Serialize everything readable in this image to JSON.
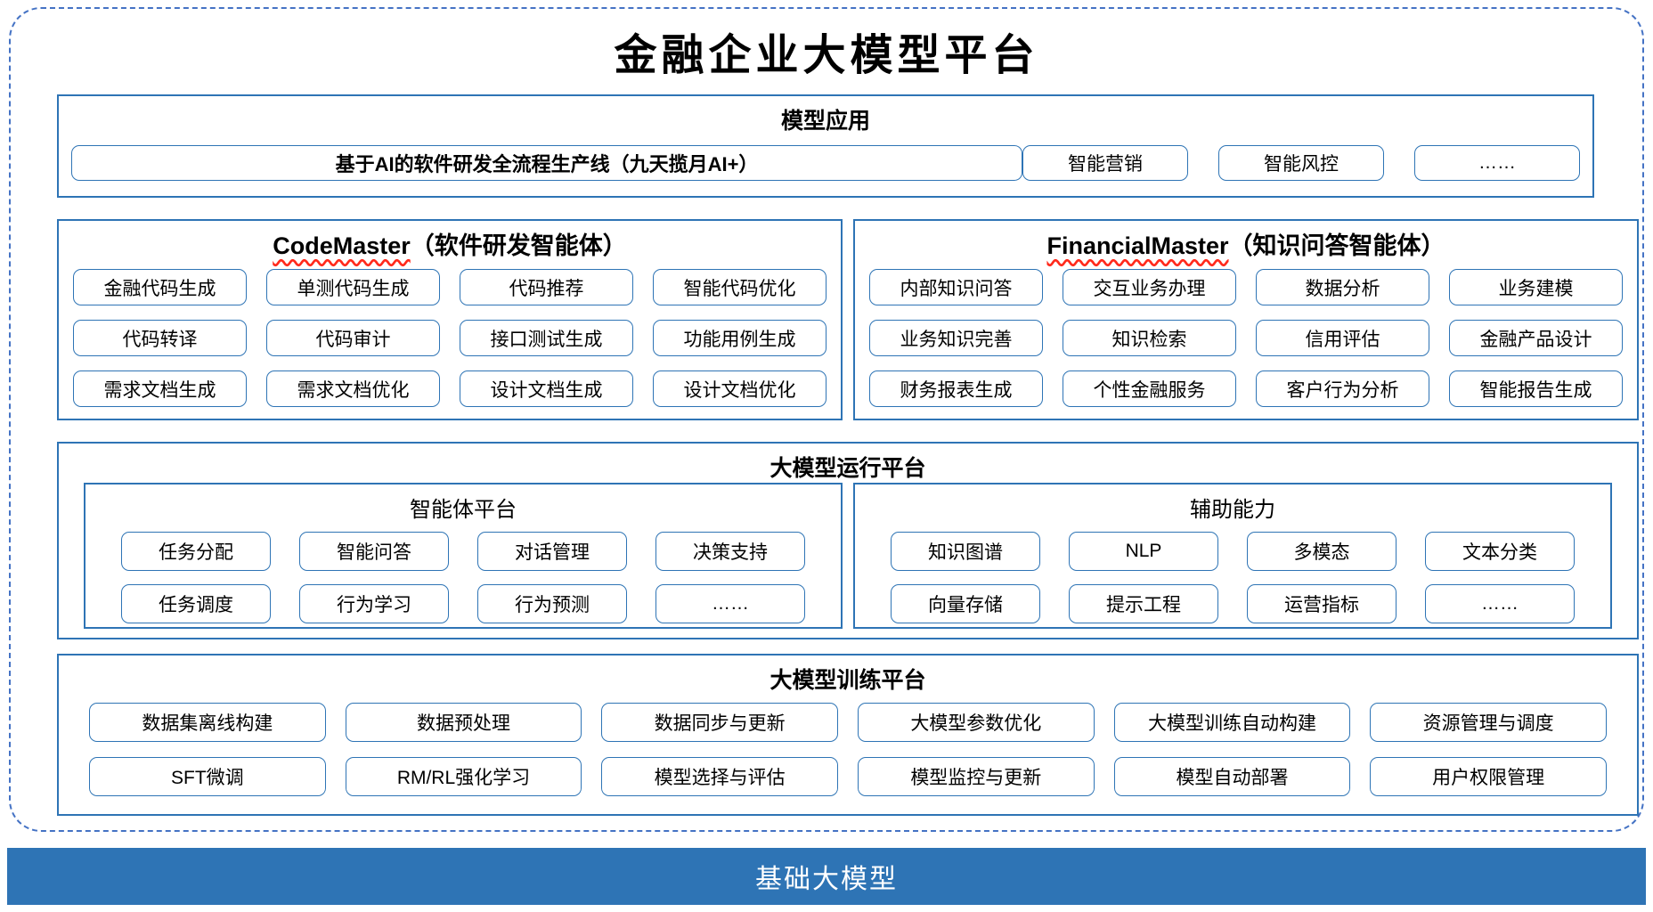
{
  "title": "金融企业大模型平台",
  "apps": {
    "header": "模型应用",
    "pipeline": "基于AI的软件研发全流程生产线（九天揽月AI+）",
    "items": [
      "智能营销",
      "智能风控",
      "……"
    ]
  },
  "agents": [
    {
      "name_en": "CodeMaster",
      "name_zh": "（软件研发智能体）",
      "items": [
        "金融代码生成",
        "单测代码生成",
        "代码推荐",
        "智能代码优化",
        "代码转译",
        "代码审计",
        "接口测试生成",
        "功能用例生成",
        "需求文档生成",
        "需求文档优化",
        "设计文档生成",
        "设计文档优化"
      ]
    },
    {
      "name_en": "FinancialMaster",
      "name_zh": "（知识问答智能体）",
      "items": [
        "内部知识问答",
        "交互业务办理",
        "数据分析",
        "业务建模",
        "业务知识完善",
        "知识检索",
        "信用评估",
        "金融产品设计",
        "财务报表生成",
        "个性金融服务",
        "客户行为分析",
        "智能报告生成"
      ]
    }
  ],
  "runtime": {
    "header": "大模型运行平台",
    "groups": [
      {
        "title": "智能体平台",
        "items": [
          "任务分配",
          "智能问答",
          "对话管理",
          "决策支持",
          "任务调度",
          "行为学习",
          "行为预测",
          "……"
        ]
      },
      {
        "title": "辅助能力",
        "items": [
          "知识图谱",
          "NLP",
          "多模态",
          "文本分类",
          "向量存储",
          "提示工程",
          "运营指标",
          "……"
        ]
      }
    ]
  },
  "training": {
    "header": "大模型训练平台",
    "items": [
      "数据集离线构建",
      "数据预处理",
      "数据同步与更新",
      "大模型参数优化",
      "大模型训练自动构建",
      "资源管理与调度",
      "SFT微调",
      "RM/RL强化学习",
      "模型选择与评估",
      "模型监控与更新",
      "模型自动部署",
      "用户权限管理"
    ]
  },
  "base": {
    "label": "基础大模型"
  },
  "colors": {
    "accent": "#2E74B5",
    "frame_dash": "#4472C4",
    "wavy_underline": "#FF2A1C",
    "base_bar_bg": "#2E74B5",
    "base_bar_text": "#FFFFFF"
  }
}
